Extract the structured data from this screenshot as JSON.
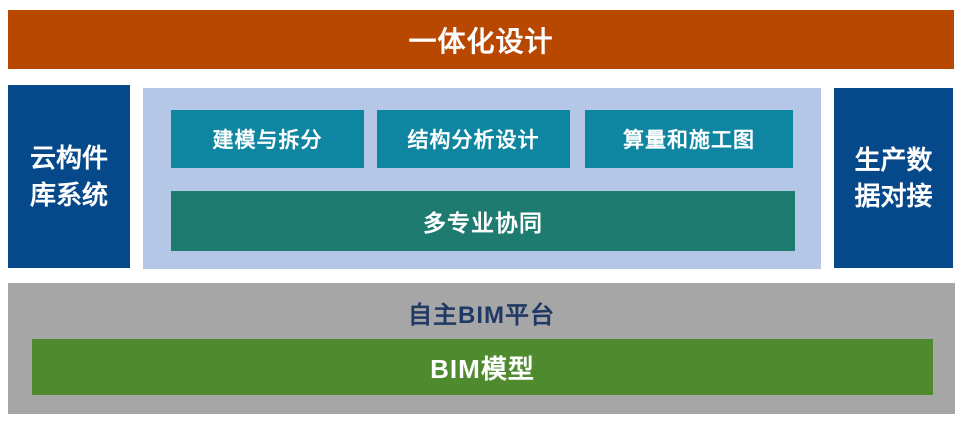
{
  "colors": {
    "banner_orange": "#B84800",
    "pillar_dark_blue": "#05498A",
    "container_light_blue": "#B4C7E7",
    "process_teal": "#0E86A2",
    "collab_dark_teal": "#1E7B70",
    "platform_gray": "#A6A6A6",
    "bim_green": "#4F8A2F",
    "platform_title_navy": "#1F3864",
    "text_white": "#FFFFFF"
  },
  "diagram": {
    "top_banner": {
      "label": "一体化设计"
    },
    "left_pillar": {
      "line1": "云构件",
      "line2": "库系统"
    },
    "right_pillar": {
      "line1": "生产数",
      "line2": "据对接"
    },
    "process_boxes": [
      {
        "label": "建模与拆分"
      },
      {
        "label": "结构分析设计"
      },
      {
        "label": "算量和施工图"
      }
    ],
    "collaboration_bar": {
      "label": "多专业协同"
    },
    "platform": {
      "title": "自主BIM平台",
      "bim_model_label": "BIM模型"
    }
  }
}
